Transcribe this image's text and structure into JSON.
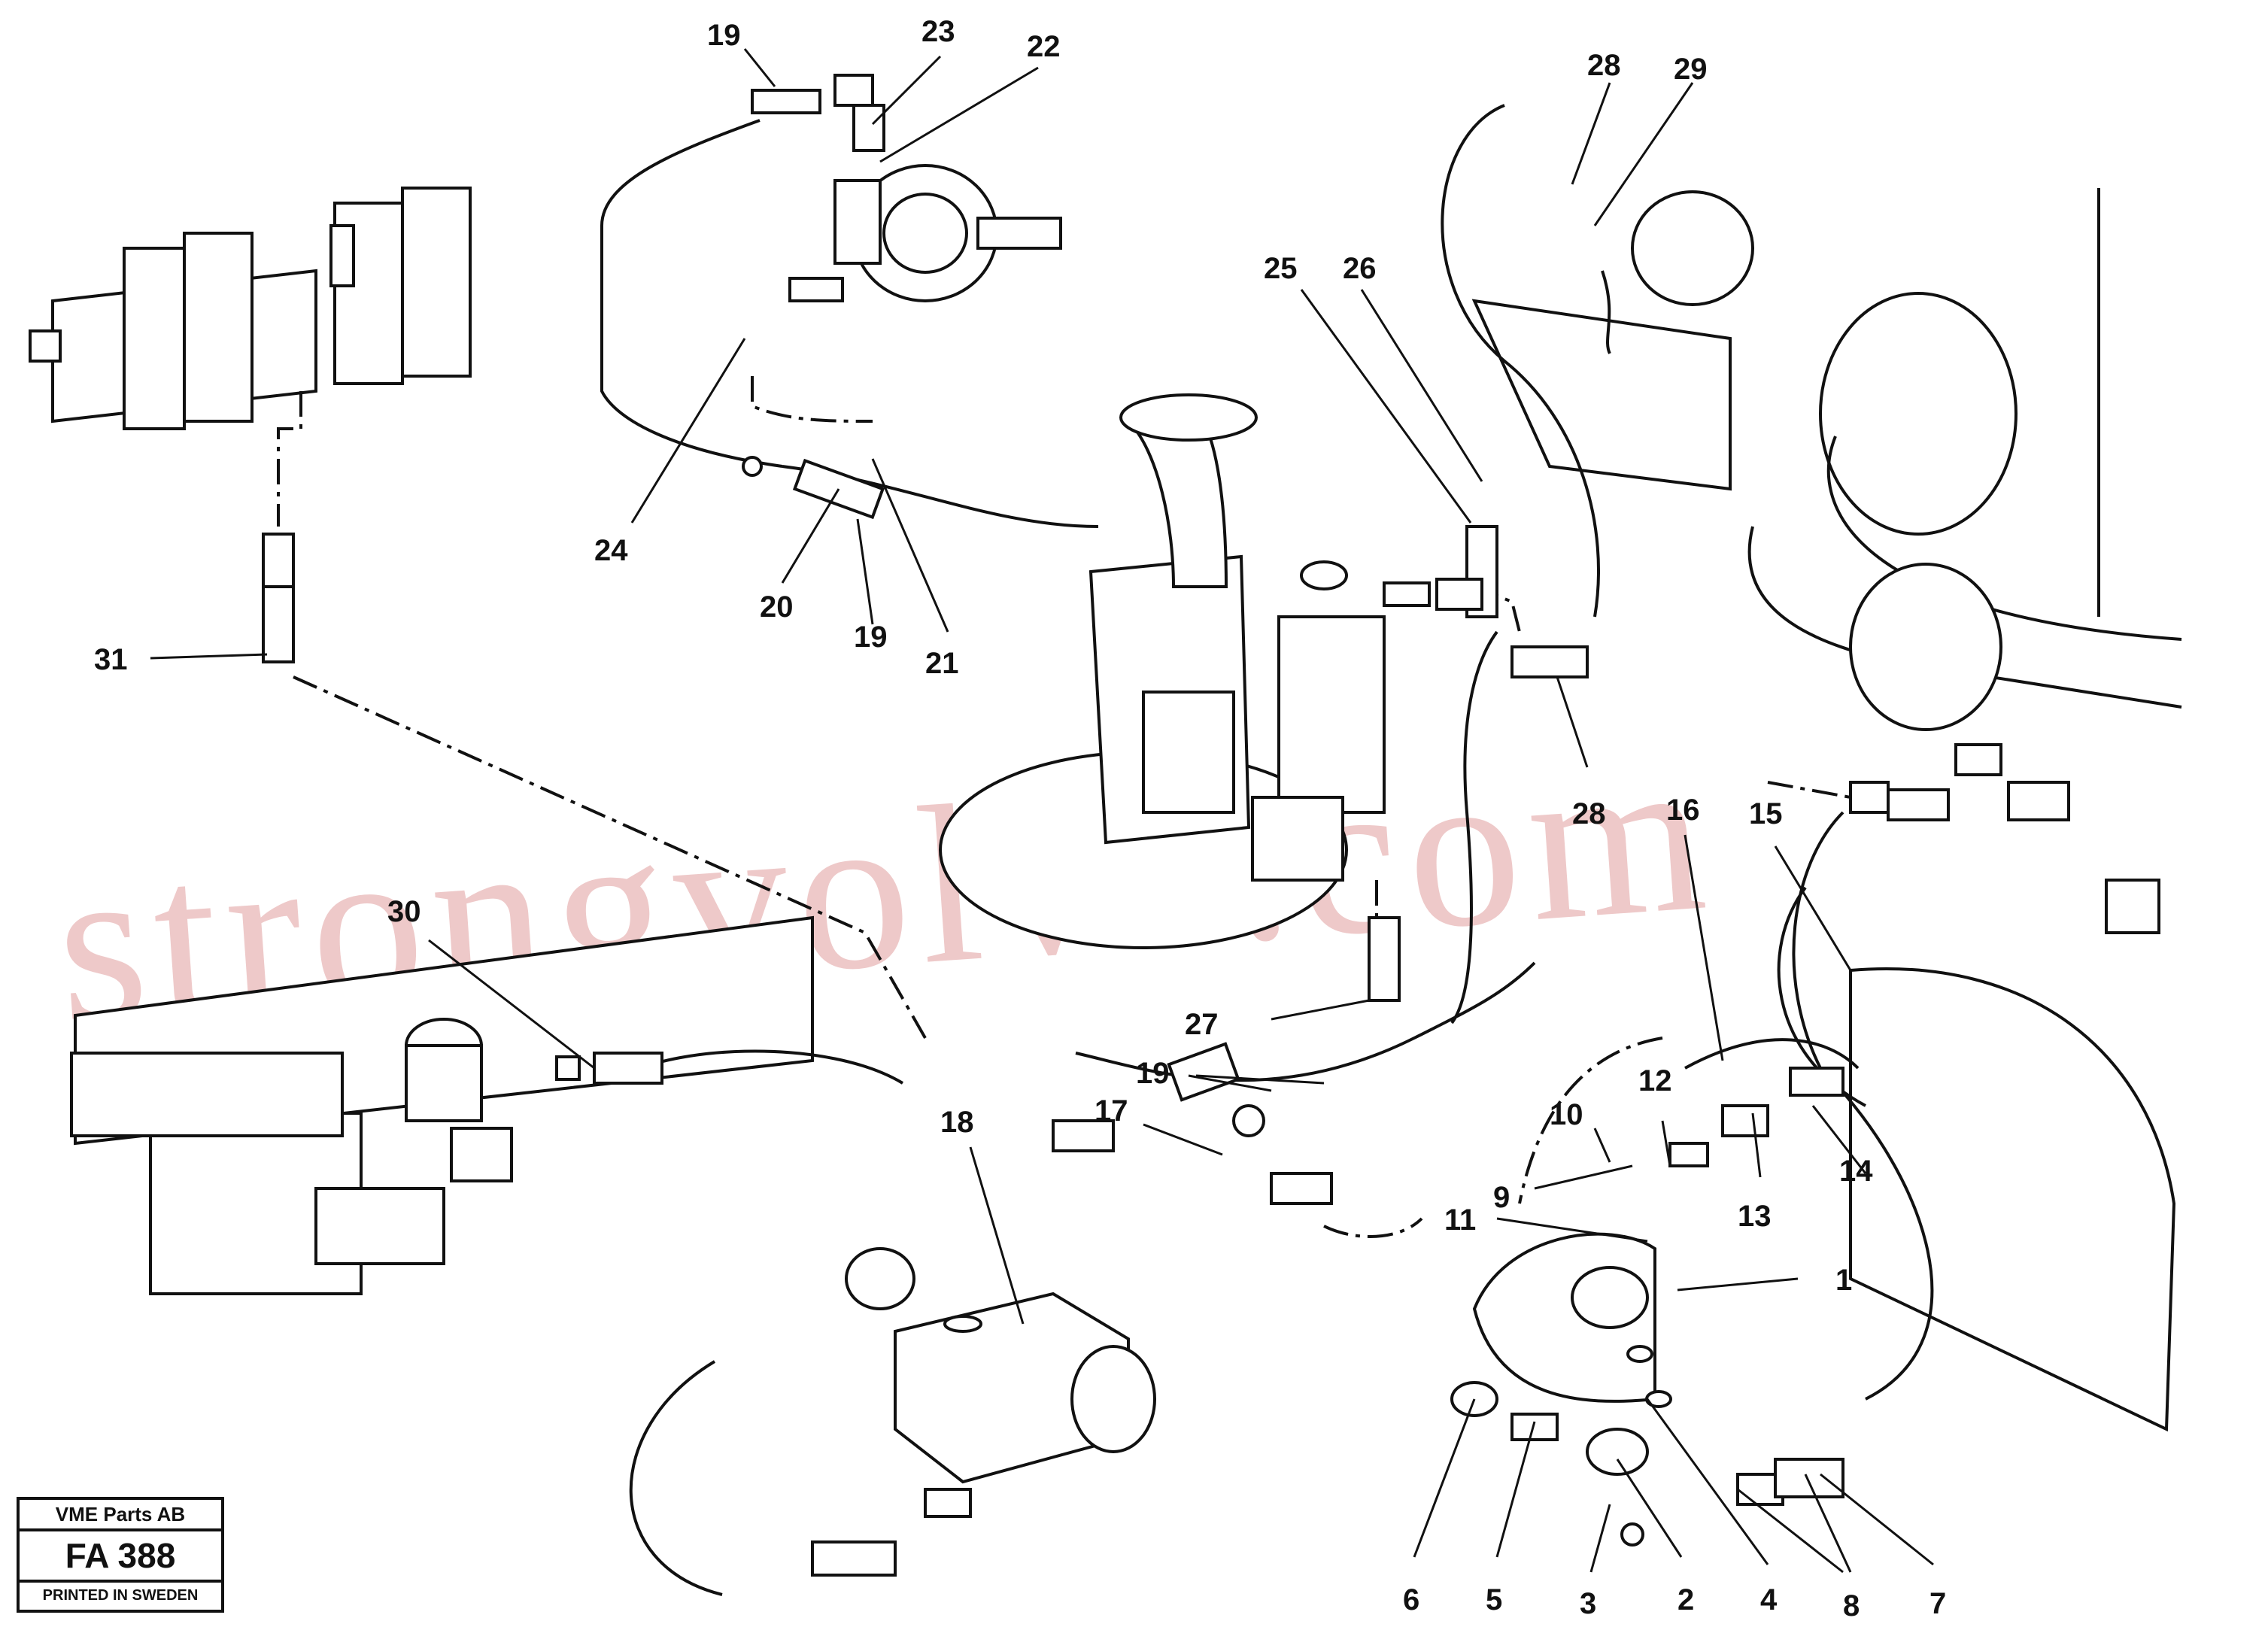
{
  "watermark": "strongvolvo.com",
  "title_block": {
    "company": "VME Parts AB",
    "figure": "FA 388",
    "footer": "PRINTED IN SWEDEN"
  },
  "callouts": [
    "1",
    "2",
    "3",
    "4",
    "5",
    "6",
    "7",
    "8",
    "9",
    "10",
    "11",
    "12",
    "13",
    "14",
    "15",
    "16",
    "17",
    "18",
    "19",
    "19",
    "19",
    "20",
    "21",
    "22",
    "23",
    "24",
    "25",
    "26",
    "27",
    "28",
    "28",
    "29",
    "30",
    "31"
  ],
  "colors": {
    "ink": "#111111",
    "watermark": "#e9b7b7"
  }
}
